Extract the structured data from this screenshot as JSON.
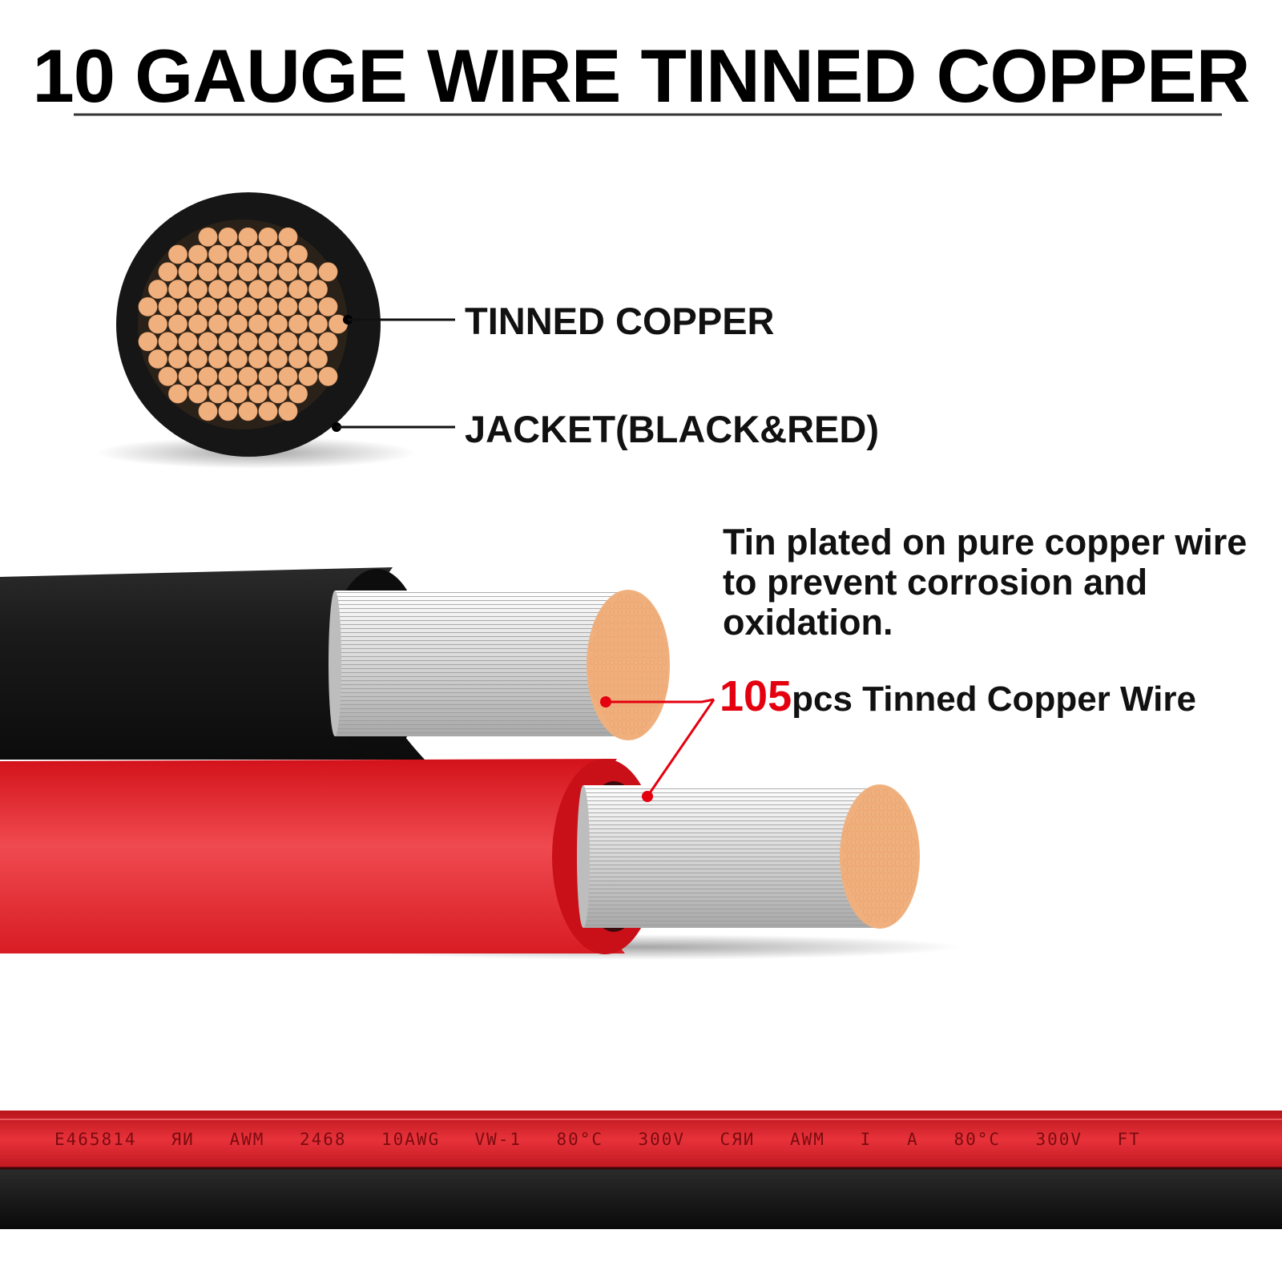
{
  "title": "10 GAUGE WIRE TINNED COPPER",
  "cross_section": {
    "copper_label": "TINNED COPPER",
    "jacket_label": "JACKET(BLACK&RED)"
  },
  "description": "Tin plated on pure copper wire to prevent corrosion and oxidation.",
  "strand_callout": {
    "count": "105",
    "text": "pcs Tinned Copper Wire"
  },
  "cable_print": [
    "E465814",
    "ЯИ",
    "AWM",
    "2468",
    "10AWG",
    "VW-1",
    "80°C",
    "300V",
    "CЯИ",
    "AWM",
    "I",
    "A",
    "80°C",
    "300V",
    "FT"
  ],
  "colors": {
    "copper": "#f0b07e",
    "jacket_black": "#151515",
    "jacket_red": "#e0242d",
    "accent_red": "#e4000f"
  }
}
